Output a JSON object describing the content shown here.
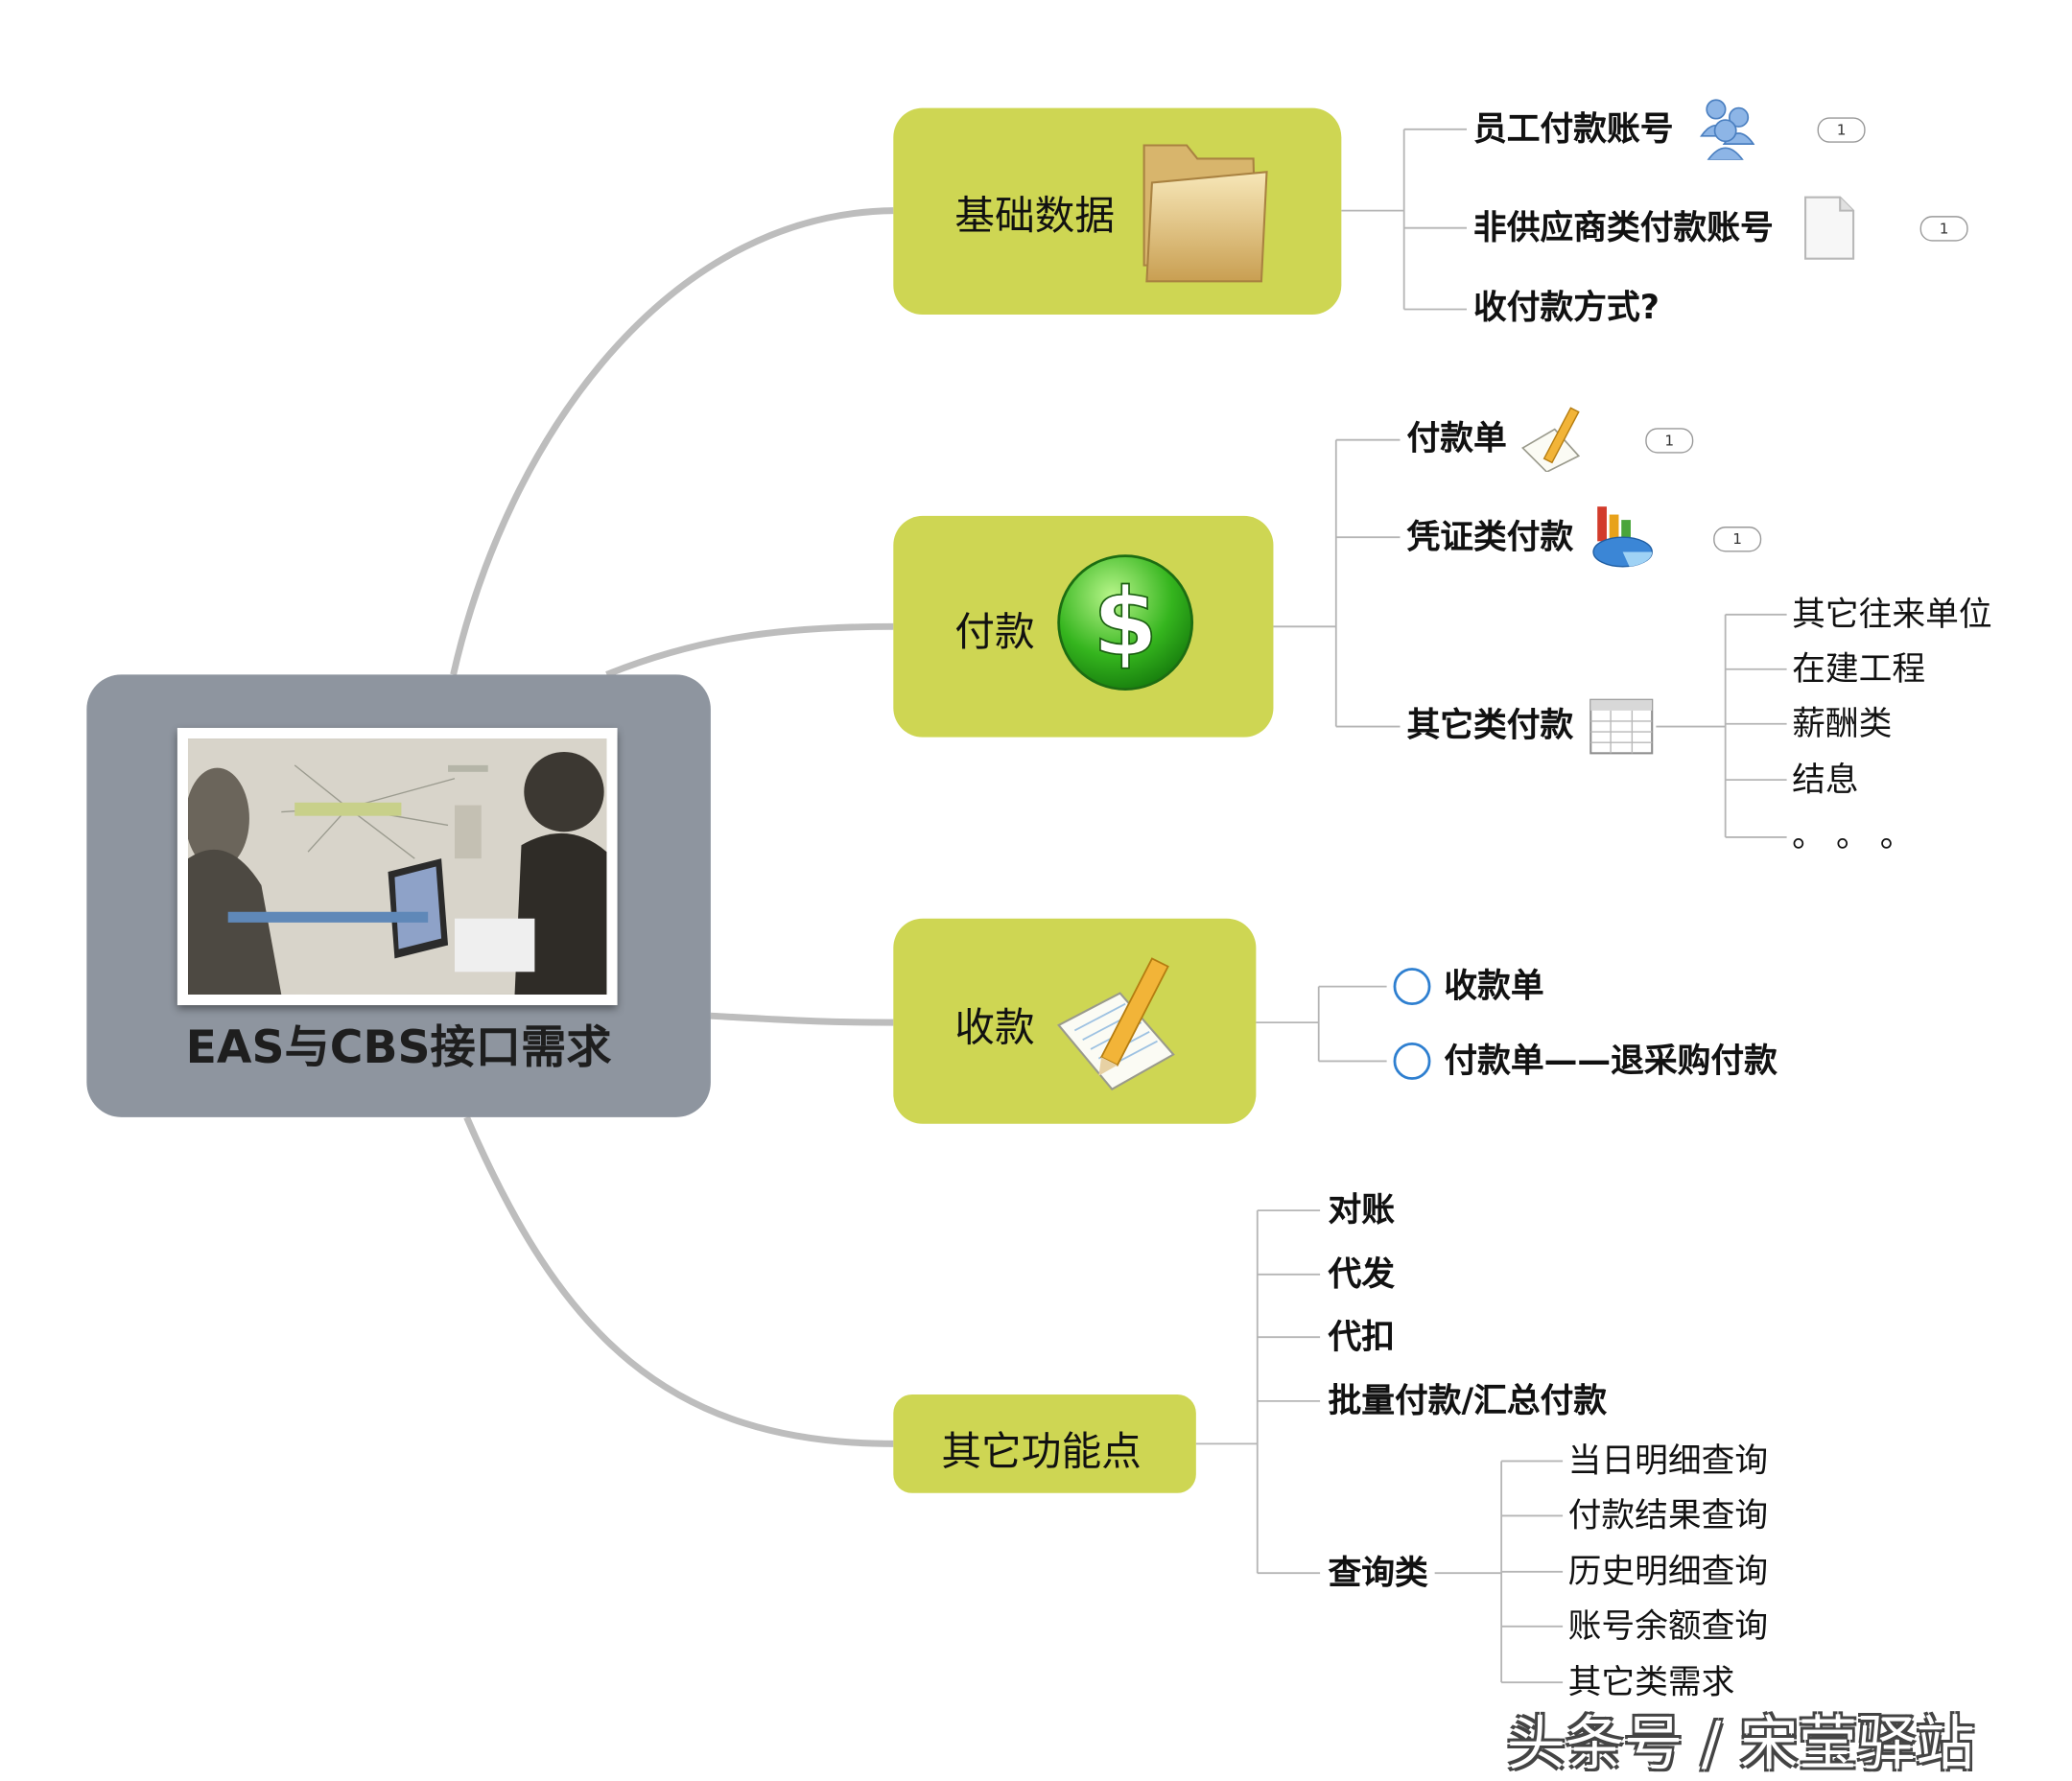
{
  "root": {
    "title": "EAS与CBS接口需求"
  },
  "branches": [
    {
      "label": "基础数据",
      "children": [
        {
          "label": "员工付款账号",
          "badge": "1",
          "icon": "users-icon"
        },
        {
          "label": "非供应商类付款账号",
          "badge": "1",
          "icon": "document-icon"
        },
        {
          "label": "收付款方式?"
        }
      ]
    },
    {
      "label": "付款",
      "children": [
        {
          "label": "付款单",
          "badge": "1",
          "icon": "notepad-icon"
        },
        {
          "label": "凭证类付款",
          "badge": "1",
          "icon": "chart-icon"
        },
        {
          "label": "其它类付款",
          "icon": "table-icon",
          "children": [
            "其它往来单位",
            "在建工程",
            "薪酬类",
            "结息",
            "。 。 。"
          ]
        }
      ]
    },
    {
      "label": "收款",
      "children": [
        {
          "label": "收款单"
        },
        {
          "label": "付款单——退采购付款"
        }
      ]
    },
    {
      "label": "其它功能点",
      "children": [
        {
          "label": "对账"
        },
        {
          "label": "代发"
        },
        {
          "label": "代扣"
        },
        {
          "label": "批量付款/汇总付款"
        },
        {
          "label": "查询类",
          "children": [
            "当日明细查询",
            "付款结果查询",
            "历史明细查询",
            "账号余额查询",
            "其它类需求"
          ]
        }
      ]
    }
  ],
  "watermark": "头条号 / 宋莹驿站",
  "colors": {
    "branch_fill": "#ced653",
    "root_fill": "#8e959f",
    "connector": "#bdbdbd"
  }
}
